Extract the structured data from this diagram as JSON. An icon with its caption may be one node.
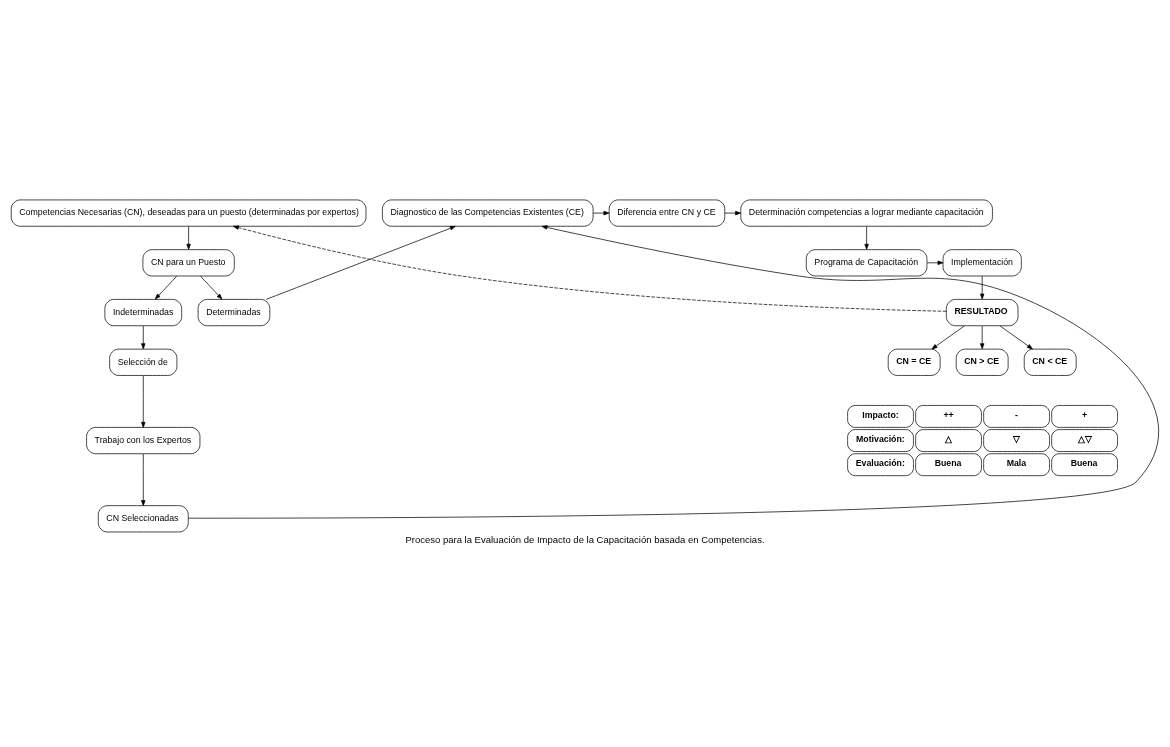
{
  "diagram": {
    "caption": "Proceso para la Evaluación de Impacto de la Capacitación basada en Competencias.",
    "nodes": [
      {
        "text": [
          "Competencias Necesarias (CN), deseadas para un puesto (determinadas por expertos)"
        ]
      },
      {
        "text": [
          "Diagnostico de las Competencias Existentes (CE)"
        ]
      },
      {
        "text": [
          "Diferencia entre CN y CE"
        ]
      },
      {
        "text": [
          "Determinación competencias a lograr mediante capacitación"
        ]
      },
      {
        "text": [
          "CN para un Puesto"
        ]
      },
      {
        "text": [
          "Programa de Capacitación"
        ]
      },
      {
        "text": [
          "Implementación"
        ]
      },
      {
        "text": [
          "Indeterminadas"
        ]
      },
      {
        "text": [
          "Determinadas"
        ]
      },
      {
        "text": [
          "RESULTADO"
        ]
      },
      {
        "text": [
          "Selección de"
        ]
      },
      {
        "text": [
          "CN = CE"
        ]
      },
      {
        "text": [
          "CN > CE"
        ]
      },
      {
        "text": [
          "CN < CE"
        ]
      },
      {
        "text": [
          "Trabajo con los Expertos"
        ]
      },
      {
        "text": [
          "CN Seleccionadas"
        ]
      }
    ],
    "edges": [
      {
        "from": 0,
        "to": 4,
        "arrow": "to"
      },
      {
        "from": 4,
        "to": 7,
        "arrow": "to"
      },
      {
        "from": 4,
        "to": 8,
        "arrow": "to"
      },
      {
        "from": 8,
        "to": 1,
        "arrow": "to"
      },
      {
        "from": 7,
        "to": 10,
        "arrow": "to"
      },
      {
        "from": 10,
        "to": 14,
        "arrow": "to"
      },
      {
        "from": 14,
        "to": 15,
        "arrow": "to"
      },
      {
        "from": 15,
        "to": 1,
        "arrow": "to"
      },
      {
        "from": 1,
        "to": 2,
        "arrow": "to"
      },
      {
        "from": 2,
        "to": 3,
        "arrow": "to"
      },
      {
        "from": 3,
        "to": 5,
        "arrow": "to"
      },
      {
        "from": 5,
        "to": 6,
        "arrow": "to"
      },
      {
        "from": 6,
        "to": 9,
        "arrow": "to"
      },
      {
        "from": 9,
        "to": 0,
        "arrow": "to",
        "style": "dashed"
      },
      {
        "from": 9,
        "to": 11,
        "arrow": "to"
      },
      {
        "from": 9,
        "to": 12,
        "arrow": "to"
      },
      {
        "from": 9,
        "to": 13,
        "arrow": "to"
      }
    ],
    "labels": [
      "Impacto:",
      "++",
      "-",
      "+",
      "Motivación:",
      "△",
      "▽",
      "△▽",
      "Evaluación:",
      "Buena",
      "Mala",
      "Buena"
    ]
  }
}
